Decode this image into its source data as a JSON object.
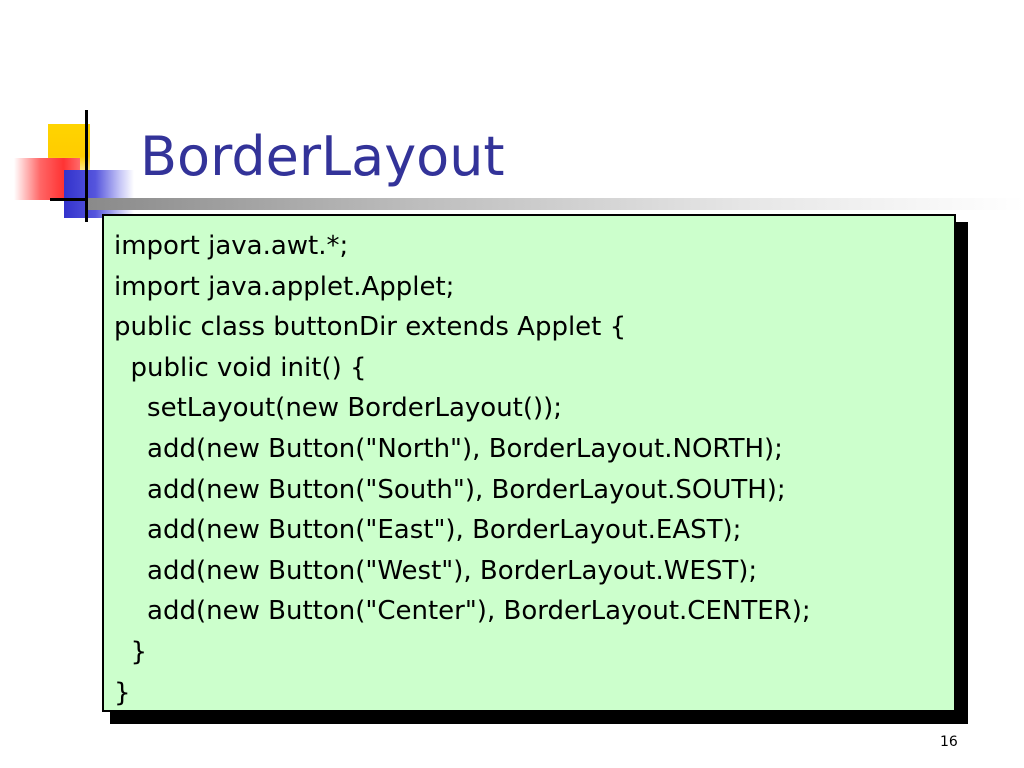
{
  "slide": {
    "title": "BorderLayout",
    "page_number": "16",
    "colors": {
      "title": "#333399",
      "code_background": "#ccffcc",
      "code_shadow": "#000000",
      "deco_yellow": "#ffcc00",
      "deco_red": "#ff3333",
      "deco_blue": "#3333cc"
    },
    "code_lines": [
      "import java.awt.*;",
      "import java.applet.Applet;",
      "public class buttonDir extends Applet {",
      "  public void init() {",
      "    setLayout(new BorderLayout());",
      "    add(new Button(\"North\"), BorderLayout.NORTH);",
      "    add(new Button(\"South\"), BorderLayout.SOUTH);",
      "    add(new Button(\"East\"), BorderLayout.EAST);",
      "    add(new Button(\"West\"), BorderLayout.WEST);",
      "    add(new Button(\"Center\"), BorderLayout.CENTER);",
      "  }",
      "}"
    ]
  }
}
